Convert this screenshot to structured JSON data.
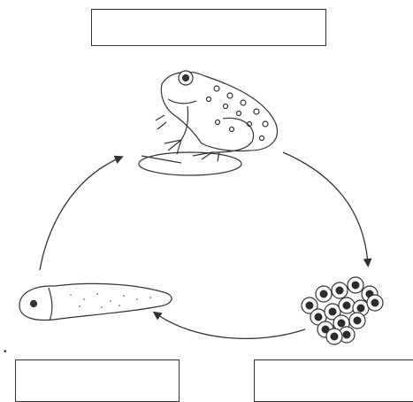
{
  "labels": {
    "top": "",
    "bottom_left": "",
    "bottom_right": ""
  },
  "stages": [
    {
      "id": "frog",
      "icon": "frog-icon"
    },
    {
      "id": "eggs",
      "icon": "frog-eggs-icon"
    },
    {
      "id": "tadpole",
      "icon": "tadpole-icon"
    }
  ],
  "colors": {
    "line": "#333333",
    "egg_dark": "#2b2b2b"
  }
}
